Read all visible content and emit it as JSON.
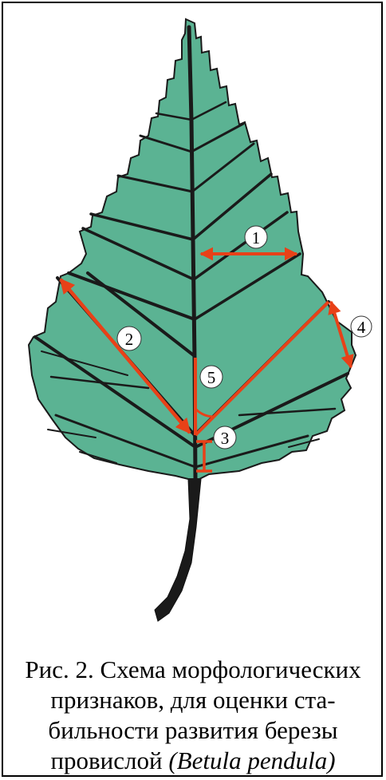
{
  "markers": [
    {
      "id": "1",
      "label": "1"
    },
    {
      "id": "2",
      "label": "2"
    },
    {
      "id": "3",
      "label": "3"
    },
    {
      "id": "4",
      "label": "4"
    },
    {
      "id": "5",
      "label": "5"
    }
  ],
  "caption": {
    "lines": [
      "Рис. 2. Схема морфологических",
      "признаков, для оценки ста-",
      "бильности развития березы",
      "провислой "
    ],
    "latin": "(Betula pendula)"
  },
  "colors": {
    "leaf_fill": "#5bb393",
    "vein": "#1a1a1a",
    "marker_arrow": "#e84118",
    "marker_circle": "#ffffff"
  }
}
